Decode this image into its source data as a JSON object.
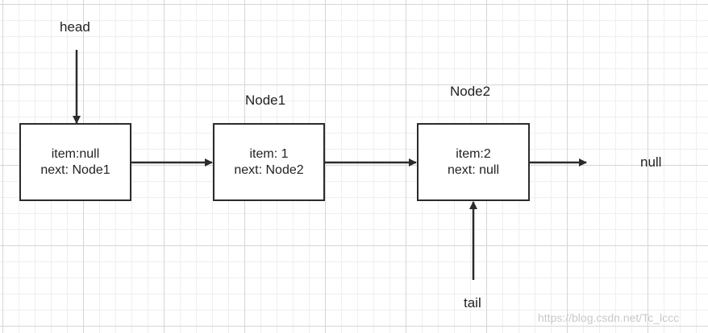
{
  "pointers": {
    "head": "head",
    "tail": "tail"
  },
  "nodes": [
    {
      "title": "",
      "item": "item:null",
      "next": "next: Node1"
    },
    {
      "title": "Node1",
      "item": "item: 1",
      "next": "next: Node2"
    },
    {
      "title": "Node2",
      "item": "item:2",
      "next": "next: null"
    }
  ],
  "terminal": "null",
  "watermark": "https://blog.csdn.net/Tc_lccc",
  "colors": {
    "line": "#2b2b2b",
    "grid_major": "#d6d6d6",
    "grid_minor": "#efefef",
    "watermark": "#c9c9c9"
  }
}
